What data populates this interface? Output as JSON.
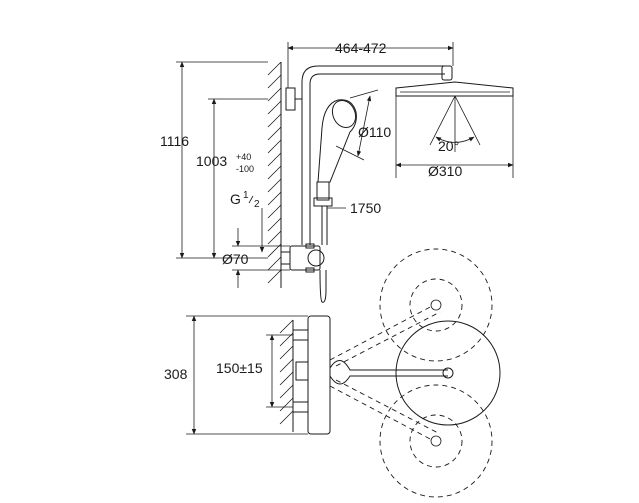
{
  "dimensions": {
    "arm_reach": "464-472",
    "total_height": "1116",
    "mixer_height_base": "1003",
    "mixer_height_plus": "+40",
    "mixer_height_minus": "-100",
    "connection_g": "G",
    "connection_fraction_num": "1",
    "connection_fraction_den": "2",
    "mixer_diameter": "Ø70",
    "hand_shower_diameter": "Ø110",
    "head_shower_tilt": "20°",
    "head_shower_diameter": "Ø310",
    "hose_length": "1750",
    "top_view_depth": "308",
    "connection_spacing": "150±15"
  },
  "colors": {
    "line": "#1a1a1a",
    "background": "#ffffff"
  }
}
